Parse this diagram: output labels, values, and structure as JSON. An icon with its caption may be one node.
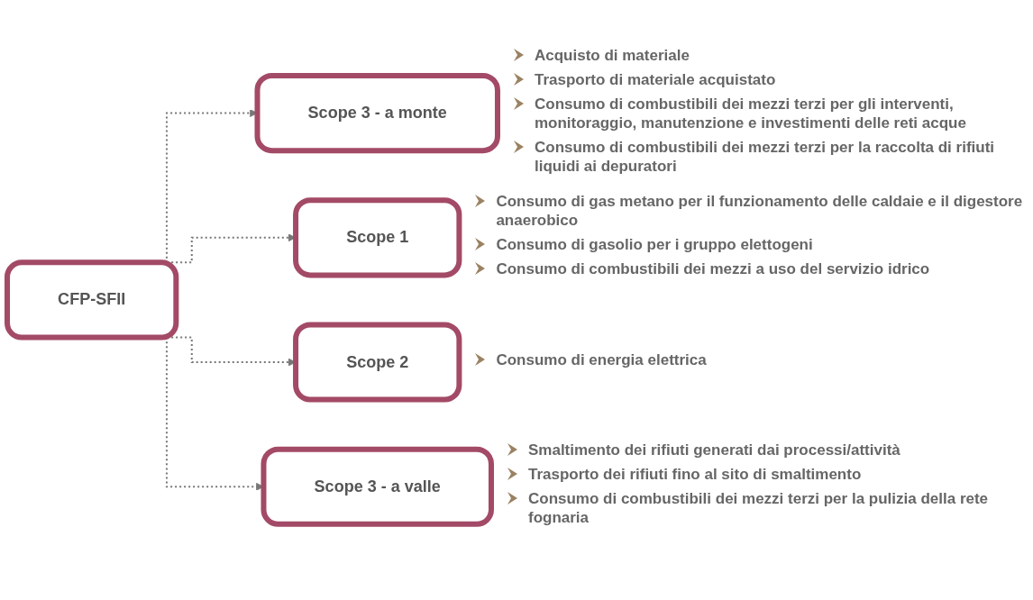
{
  "diagram": {
    "nodes": [
      {
        "text": [
          "CFP-SFII"
        ]
      },
      {
        "text": [
          "Scope 3 - a monte"
        ],
        "beside": [
          "Acquisto di materiale",
          "Trasporto di materiale acquistato",
          "Consumo di combustibili dei mezzi terzi per gli interventi, monitoraggio, manutenzione e investimenti delle reti acque",
          "Consumo di combustibili dei mezzi terzi per la raccolta di rifiuti liquidi ai depuratori"
        ]
      },
      {
        "text": [
          "Scope 1"
        ],
        "beside": [
          "Consumo di gas metano per il funzionamento delle caldaie e il digestore anaerobico",
          "Consumo di gasolio per i gruppo elettogeni",
          "Consumo di combustibili dei mezzi a uso del servizio idrico"
        ]
      },
      {
        "text": [
          "Scope 2"
        ],
        "beside": [
          "Consumo di energia elettrica"
        ]
      },
      {
        "text": [
          "Scope 3 - a valle"
        ],
        "beside": [
          "Smaltimento dei rifiuti generati dai processi/attività",
          "Trasporto dei rifiuti fino al sito di smaltimento",
          "Consumo di combustibili dei mezzi terzi per la pulizia della rete fognaria"
        ]
      }
    ],
    "edges": [
      {
        "from": 0,
        "to": 1,
        "arrow": "to",
        "style": "dashed"
      },
      {
        "from": 0,
        "to": 2,
        "arrow": "to",
        "style": "dashed"
      },
      {
        "from": 0,
        "to": 3,
        "arrow": "to",
        "style": "dashed"
      },
      {
        "from": 0,
        "to": 4,
        "arrow": "to",
        "style": "dashed"
      }
    ]
  }
}
